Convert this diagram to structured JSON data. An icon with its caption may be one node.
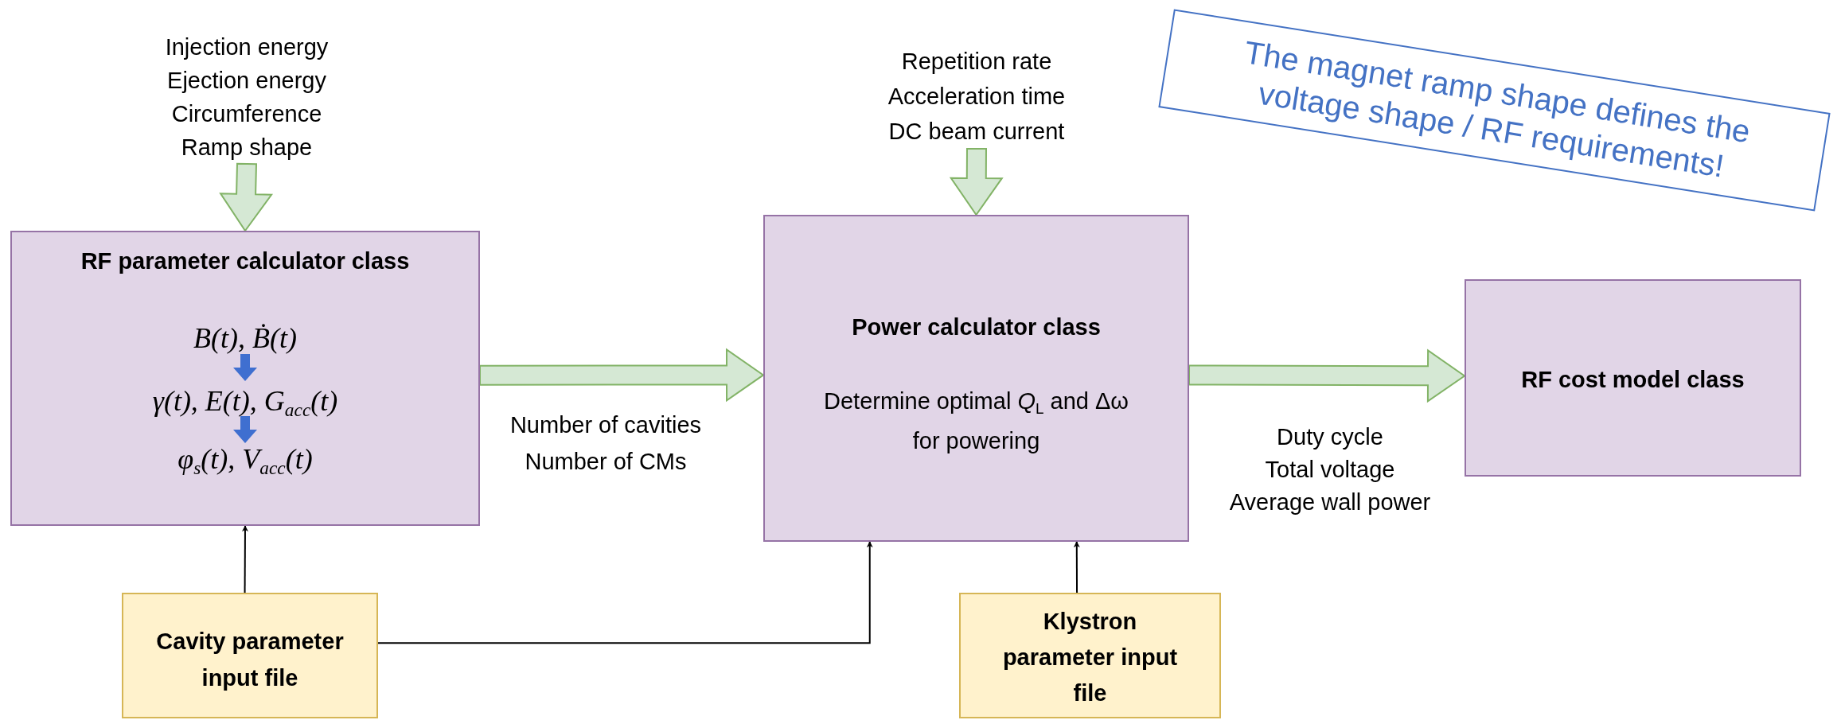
{
  "diagram": {
    "nodes": [
      {
        "text": [
          "Injection energy",
          "Ejection energy",
          "Circumference",
          "Ramp shape"
        ]
      },
      {
        "text": [
          "RF parameter calculator class",
          "B(t), Ḃ(t)",
          "γ(t), E(t), G$_{acc}$(t)",
          "φ$_{s}$(t), V$_{acc}$(t)"
        ]
      },
      {
        "text": [
          "Power calculator class",
          "Determine optimal *Q*$_{L}$ and Δω for powering"
        ]
      },
      {
        "text": [
          "Repetition rate",
          "Acceleration time",
          "DC beam current"
        ]
      },
      {
        "text": [
          "RF cost model class"
        ]
      },
      {
        "text": [
          "Cavity parameter input file"
        ]
      },
      {
        "text": [
          "Klystron parameter input file"
        ]
      },
      {
        "text": [
          "The magnet ramp shape defines the voltage shape / RF requirements!"
        ]
      }
    ],
    "edges": [
      {
        "from": 0,
        "to": 1,
        "arrow": "to",
        "style": "thick"
      },
      {
        "from": 1,
        "to": 2,
        "arrow": "to",
        "style": "thick"
      },
      {
        "from": 3,
        "to": 2,
        "arrow": "to",
        "style": "thick"
      },
      {
        "from": 2,
        "to": 4,
        "arrow": "to",
        "style": "thick"
      },
      {
        "from": 5,
        "to": 1,
        "arrow": "to",
        "color": "#000000"
      },
      {
        "from": 5,
        "to": 2,
        "arrow": "to",
        "color": "#000000"
      },
      {
        "from": 6,
        "to": 2,
        "arrow": "to",
        "color": "#000000"
      }
    ],
    "labels": [
      "Number of cavities",
      "Number of CMs",
      "Duty cycle",
      "Total voltage",
      "Average wall power"
    ]
  }
}
